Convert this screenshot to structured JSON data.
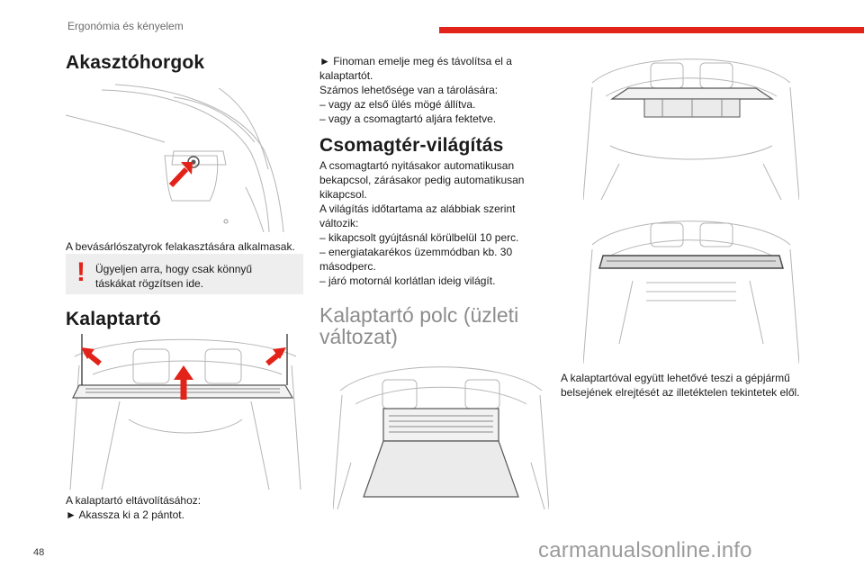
{
  "header": {
    "section_title": "Ergonómia és kényelem",
    "accent_color": "#e2231a"
  },
  "col1": {
    "title_hooks": "Akasztóhorgok",
    "caption_hooks": "A bevásárlószatyrok felakasztására alkalmasak.",
    "warning": {
      "icon": "exclamation-icon",
      "text": "Ügyeljen arra, hogy csak könnyű táskákat rögzítsen ide."
    },
    "title_shelf": "Kalaptartó",
    "removal_intro": "A kalaptartó eltávolításához:",
    "removal_step1": "► Akassza ki a 2 pántot."
  },
  "col2": {
    "step2_line1": "► Finoman emelje meg és távolítsa el a kalaptartót.",
    "storage_intro": "Számos lehetősége van a tárolására:",
    "storage_opt1": "– vagy az első ülés mögé állítva.",
    "storage_opt2": "– vagy a csomagtartó aljára fektetve.",
    "title_lighting": "Csomagtér-világítás",
    "lighting_p1": "A csomagtartó nyitásakor automatikusan bekapcsol, zárásakor pedig automatikusan kikapcsol.",
    "lighting_p2": "A világítás időtartama az alábbiak szerint változik:",
    "lighting_opt1": "– kikapcsolt gyújtásnál körülbelül 10 perc.",
    "lighting_opt2": "– energiatakarékos üzemmódban kb. 30 másodperc.",
    "lighting_opt3": "– járó motornál korlátlan ideig világít.",
    "title_commercial": "Kalaptartó polc (üzleti változat)"
  },
  "col3": {
    "caption": "A kalaptartóval együtt lehetővé teszi a gépjármű belsejének elrejtését az illetéktelen tekintetek elől."
  },
  "footer": {
    "page_number": "48",
    "watermark": "carmanualsonline.info"
  }
}
